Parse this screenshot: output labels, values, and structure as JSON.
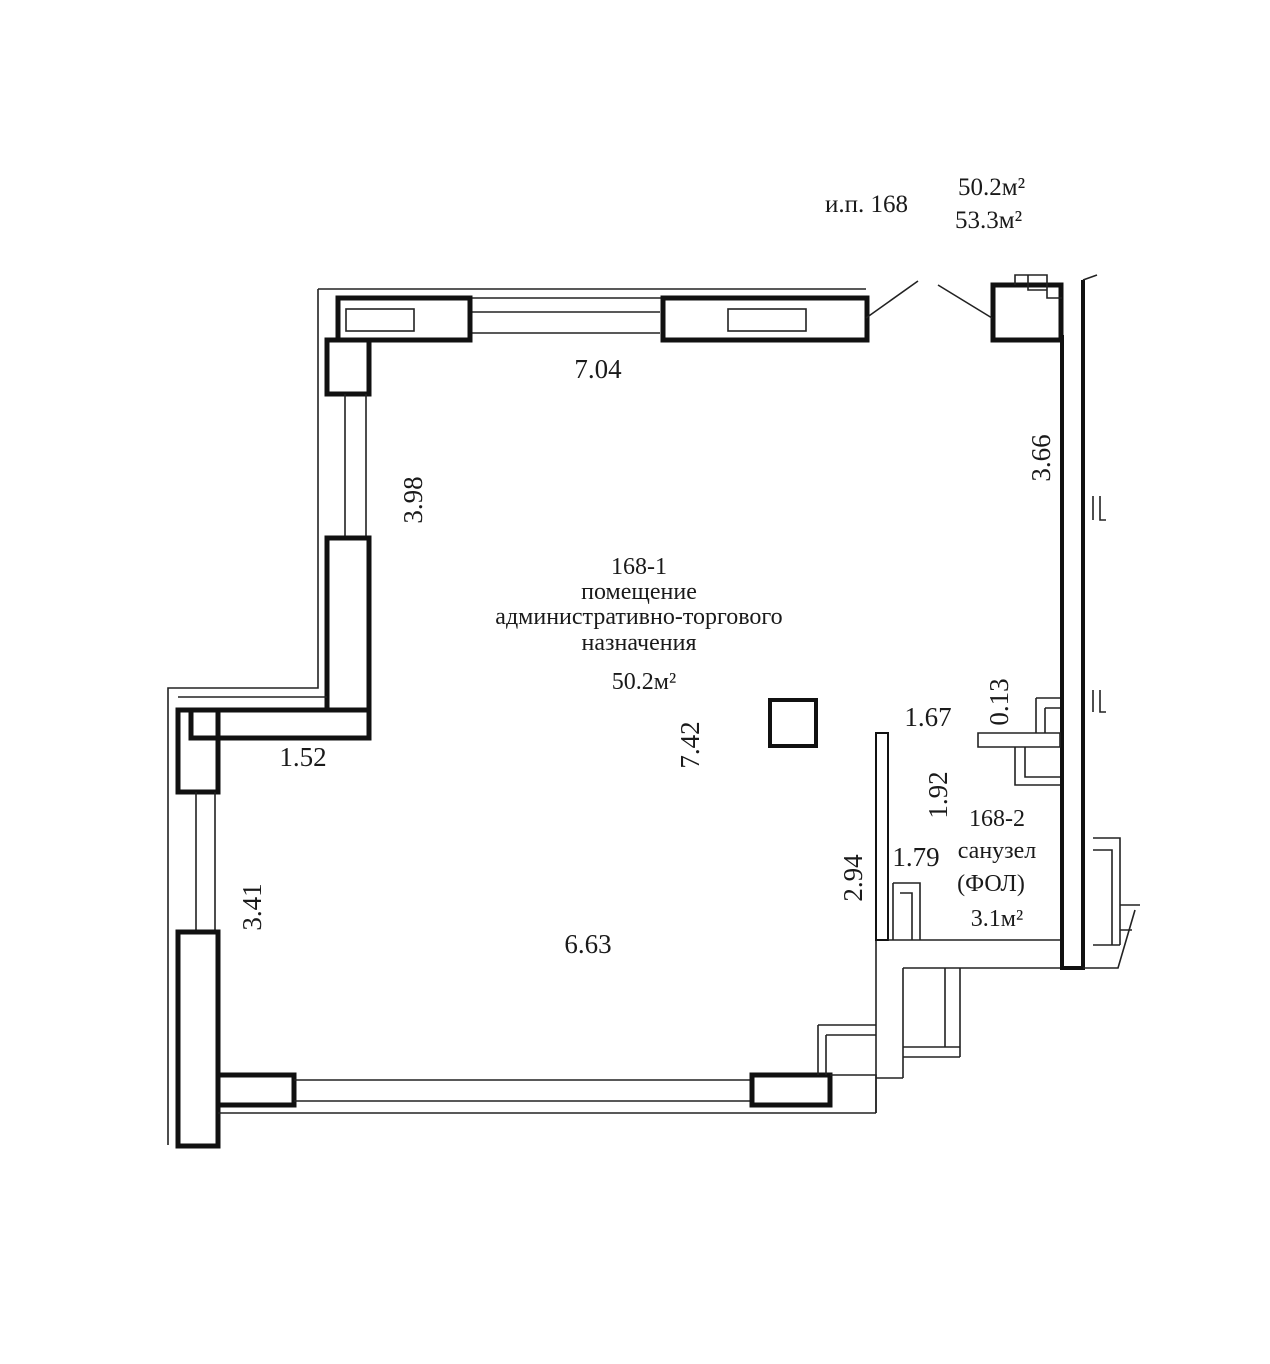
{
  "header": {
    "unit_label": "и.п. 168",
    "area_net": "50.2м²",
    "area_gross": "53.3м²"
  },
  "rooms": [
    {
      "id": "168-1",
      "lines": [
        "168-1",
        "помещение",
        "административно-торгового",
        "назначения"
      ],
      "area": "50.2м²"
    },
    {
      "id": "168-2",
      "lines": [
        "168-2",
        "санузел",
        "(ФОЛ)"
      ],
      "area": "3.1м²"
    }
  ],
  "dimensions": {
    "top_wall": "7.04",
    "upper_left_wall": "3.98",
    "right_wall": "3.66",
    "left_step": "1.52",
    "lower_left_wall": "3.41",
    "bottom_wall": "6.63",
    "center_height": "7.42",
    "bath_width": "1.67",
    "bath_small": "0.13",
    "bath_height": "1.92",
    "bath_inner": "1.79",
    "partition": "2.94"
  }
}
